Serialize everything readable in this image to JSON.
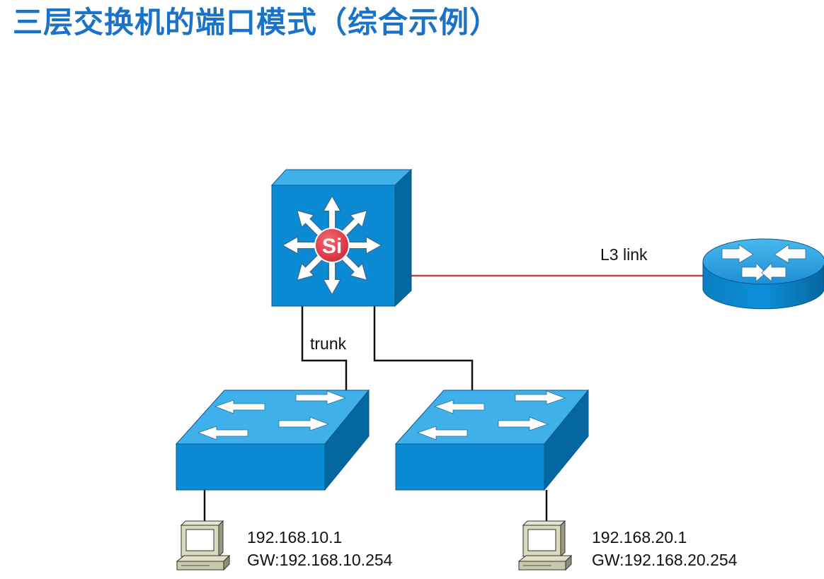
{
  "page": {
    "title": "三层交换机的端口模式（综合示例）",
    "title_color": "#1B73C8"
  },
  "devices": {
    "l3_switch": {
      "icon": "layer3-switch-icon",
      "badge": "Si"
    },
    "router": {
      "icon": "router-icon"
    },
    "access_switch_left": {
      "icon": "switch-icon"
    },
    "access_switch_right": {
      "icon": "switch-icon"
    },
    "pc_left": {
      "icon": "pc-icon",
      "ip": "192.168.10.1",
      "gateway": "GW:192.168.10.254"
    },
    "pc_right": {
      "icon": "pc-icon",
      "ip": "192.168.20.1",
      "gateway": "GW:192.168.20.254"
    }
  },
  "links": {
    "l3_link": {
      "label": "L3 link",
      "color": "#B5473A"
    },
    "trunk_link": {
      "label": "trunk",
      "color": "#111111"
    },
    "access_link": {
      "color": "#111111"
    }
  },
  "colors": {
    "device_front": "#0A8BD3",
    "device_top": "#3FB0EA",
    "device_side": "#05679F",
    "badge_red": "#E23A46"
  }
}
